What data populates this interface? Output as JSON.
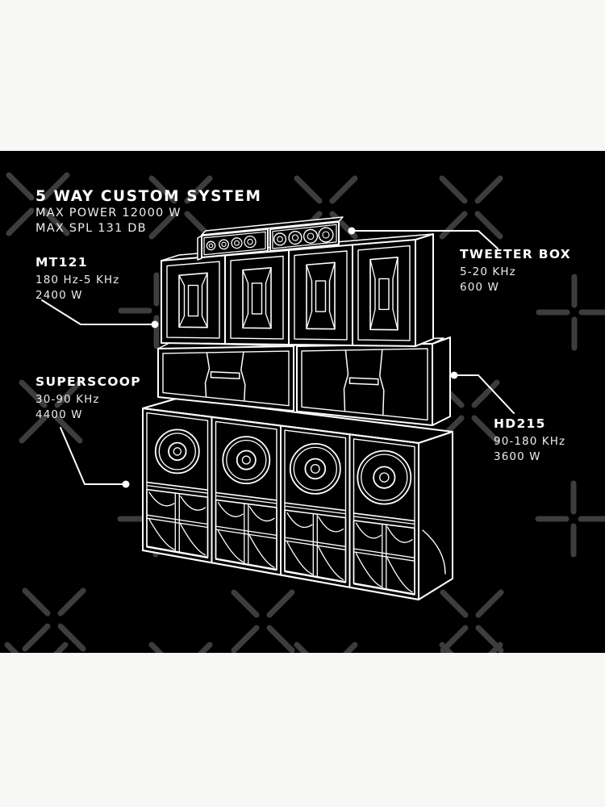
{
  "poster": {
    "title": "5 WAY CUSTOM SYSTEM",
    "subtitle1": "MAX POWER 12000 W",
    "subtitle2": "MAX SPL 131 DB",
    "labels": [
      {
        "id": "mt121",
        "name": "MT121",
        "spec1": "180 Hz-5 KHz",
        "spec2": "2400 W"
      },
      {
        "id": "tweeter",
        "name": "TWEETER BOX",
        "spec1": "5-20 KHz",
        "spec2": "600 W"
      },
      {
        "id": "superscoop",
        "name": "SUPERSCOOP",
        "spec1": "30-90 KHz",
        "spec2": "4400 W"
      },
      {
        "id": "hd215",
        "name": "HD215",
        "spec1": "90-180 KHz",
        "spec2": "3600 W"
      }
    ],
    "colors": {
      "page": "#f7f7f6",
      "background": "#000000",
      "line": "#ffffff",
      "text": "#ffffff",
      "watermark": "#3d3d3d"
    }
  }
}
